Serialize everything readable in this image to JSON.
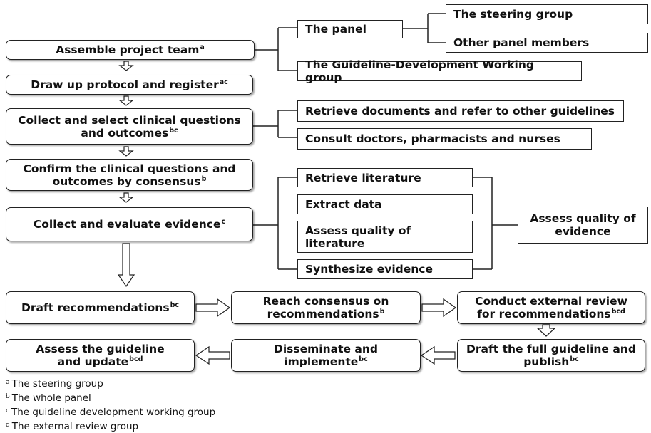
{
  "main_flow": {
    "assemble": {
      "text": "Assemble project team",
      "note": "a"
    },
    "protocol": {
      "text": "Draw up protocol and register",
      "note": "ac"
    },
    "collect_questions": {
      "line1": "Collect and select clinical questions",
      "line2": "and outcomes",
      "note": "bc"
    },
    "confirm": {
      "line1": "Confirm the clinical questions and",
      "line2": "outcomes by consensus",
      "note": "b"
    },
    "evidence": {
      "text": "Collect and evaluate evidence",
      "note": "c"
    }
  },
  "team_branches": {
    "panel": "The panel",
    "steering_group": "The steering group",
    "other_members": "Other panel members",
    "working_group": "The Guideline-Development Working group"
  },
  "question_branches": {
    "retrieve_documents": "Retrieve documents and refer to other guidelines",
    "consult": "Consult doctors, pharmacists and nurses"
  },
  "evidence_branches": {
    "retrieve_literature": "Retrieve literature",
    "extract_data": "Extract data",
    "assess_literature": {
      "line1": "Assess quality of",
      "line2": "literature"
    },
    "synthesize": "Synthesize evidence",
    "assess_evidence": {
      "line1": "Assess quality of",
      "line2": "evidence"
    }
  },
  "bottom_flow": {
    "draft_recommendations": {
      "text": "Draft recommendations",
      "note": "bc"
    },
    "reach_consensus": {
      "line1": "Reach consensus on",
      "line2": "recommendations",
      "note": "b"
    },
    "external_review": {
      "line1": "Conduct external review",
      "line2": "for recommendations",
      "note": "bcd"
    },
    "draft_full": {
      "line1": "Draft the full guideline and",
      "line2": "publish",
      "note": "bc"
    },
    "disseminate": {
      "line1": "Disseminate and",
      "line2": "implemente",
      "note": "bc"
    },
    "assess_update": {
      "line1": "Assess the guideline",
      "line2": "and update",
      "note": "bcd"
    }
  },
  "footnotes": [
    {
      "mark": "a",
      "text": "The steering group"
    },
    {
      "mark": "b",
      "text": "The whole panel"
    },
    {
      "mark": "c",
      "text": "The guideline development working group"
    },
    {
      "mark": "d",
      "text": "The external review group"
    }
  ]
}
